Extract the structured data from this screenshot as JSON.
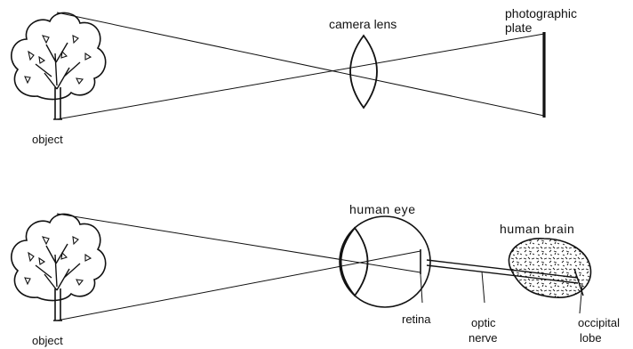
{
  "top_diagram": {
    "object_label": "object",
    "lens_label": "camera lens",
    "plate_label_line1": "photographic",
    "plate_label_line2": "plate"
  },
  "bottom_diagram": {
    "object_label": "object",
    "eye_label": "human  eye",
    "brain_label": "human  brain",
    "retina_label": "retina",
    "nerve_label_line1": "optic",
    "nerve_label_line2": "nerve",
    "lobe_label_line1": "occipital",
    "lobe_label_line2": "lobe"
  },
  "colors": {
    "ink": "#111111",
    "paper": "#ffffff"
  }
}
